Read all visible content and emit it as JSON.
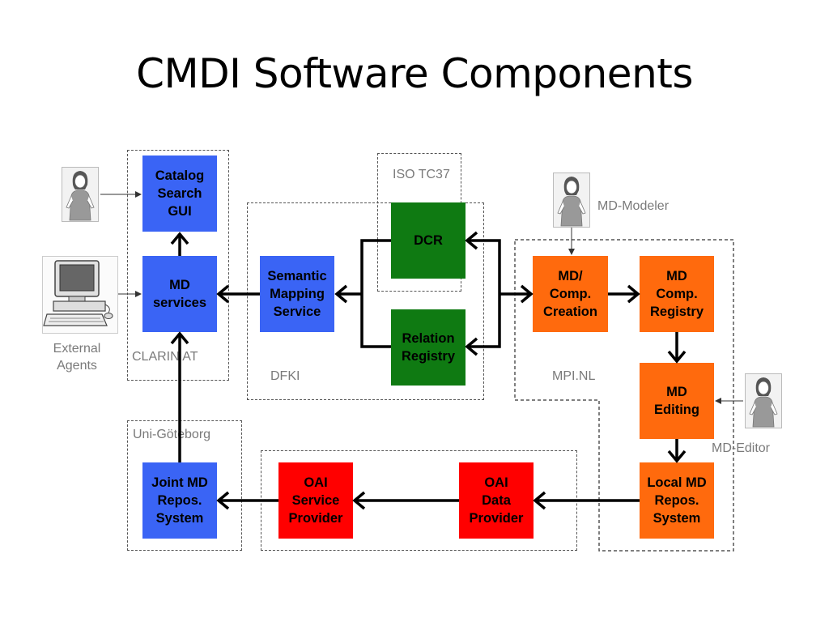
{
  "title": "CMDI Software Components",
  "regions": {
    "clarin_at": "CLARIN  AT",
    "iso_tc37": "ISO TC37",
    "dfki": "DFKI",
    "mpi_nl": "MPI.NL",
    "uni_goteborg": "Uni-Göteborg"
  },
  "components": {
    "catalog_search_gui": "Catalog\nSearch\nGUI",
    "md_services": "MD\nservices",
    "semantic_mapping_service": "Semantic\nMapping\nService",
    "dcr": "DCR",
    "relation_registry": "Relation\nRegistry",
    "md_comp_creation": "MD/\nComp.\nCreation",
    "md_comp_registry": "MD\nComp.\nRegistry",
    "md_editing": "MD\nEditing",
    "local_md_repos_system": "Local MD\nRepos.\nSystem",
    "oai_data_provider": "OAI\nData\nProvider",
    "oai_service_provider": "OAI\nService\nProvider",
    "joint_md_repos_system": "Joint MD\nRepos.\nSystem"
  },
  "actors": {
    "external_agents": "External\nAgents",
    "md_modeler": "MD-Modeler",
    "md_editor": "MD-Editor"
  },
  "colors": {
    "clarin_blue": "#3a64f5",
    "iso_green": "#0f7a12",
    "mpi_orange": "#ff6a0d",
    "oai_red": "#ff0000"
  },
  "icons": [
    "person-icon",
    "computer-icon"
  ]
}
